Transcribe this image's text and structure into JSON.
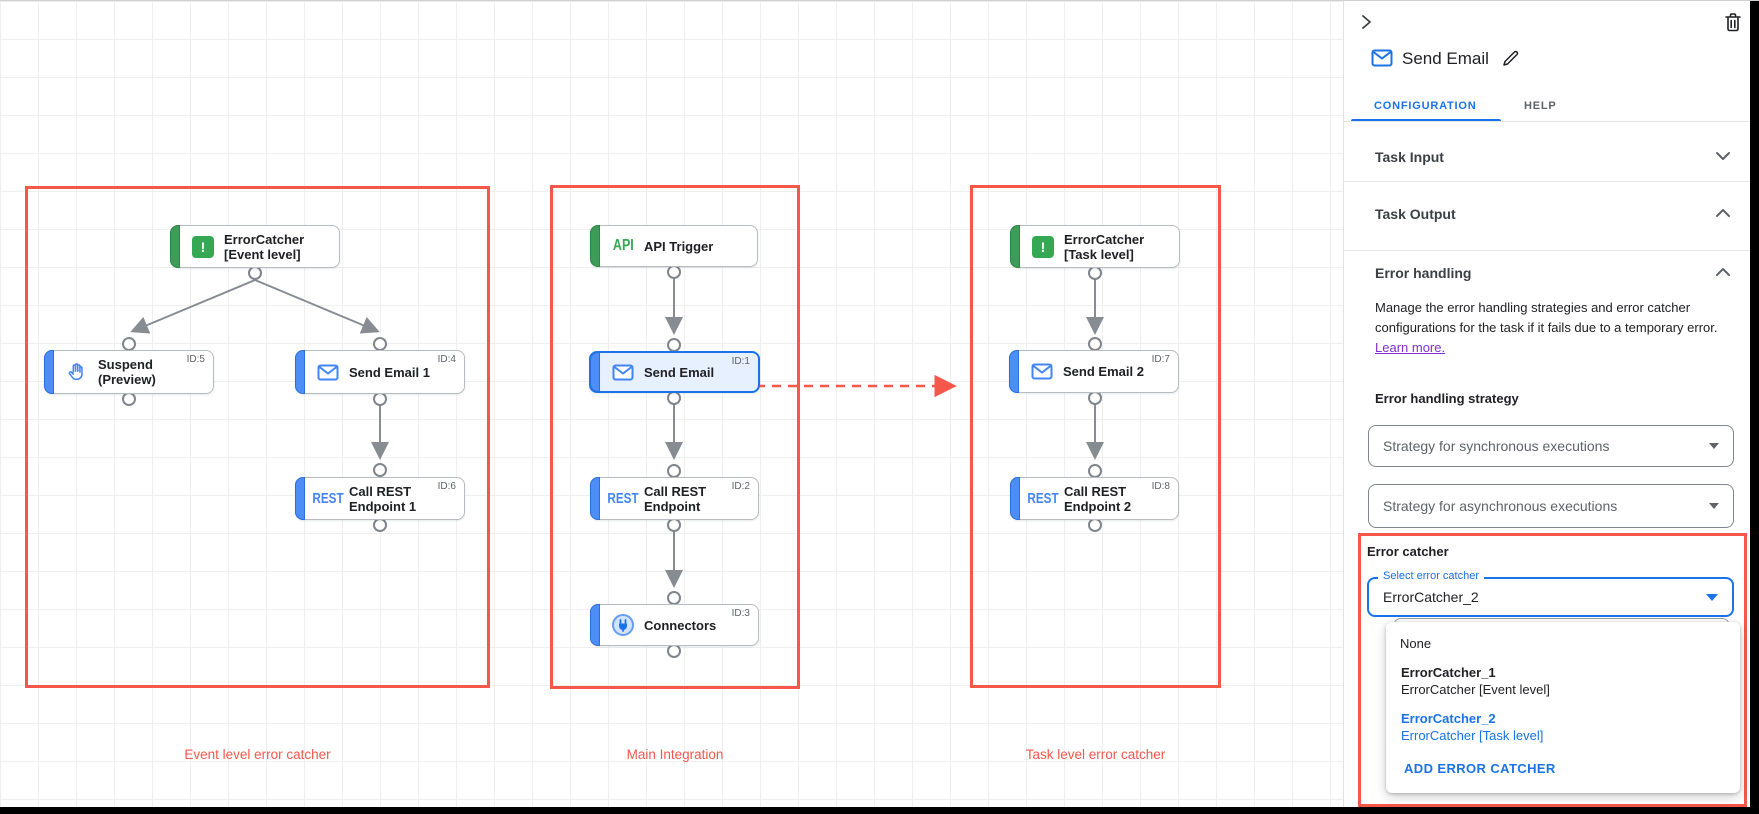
{
  "canvas": {
    "groups": [
      {
        "label": "Event level error catcher"
      },
      {
        "label": "Main Integration"
      },
      {
        "label": "Task level error catcher"
      }
    ],
    "icon_text": {
      "api": "API",
      "rest": "REST"
    },
    "nodes": {
      "error_catcher_event": {
        "title": "ErrorCatcher\n[Event level]"
      },
      "suspend": {
        "title": "Suspend\n(Preview)",
        "id": "ID:5"
      },
      "send_email_1": {
        "title": "Send Email 1",
        "id": "ID:4"
      },
      "call_rest_1": {
        "title": "Call REST\nEndpoint 1",
        "id": "ID:6"
      },
      "api_trigger": {
        "title": "API Trigger"
      },
      "send_email": {
        "title": "Send Email",
        "id": "ID:1"
      },
      "call_rest": {
        "title": "Call REST\nEndpoint",
        "id": "ID:2"
      },
      "connectors": {
        "title": "Connectors",
        "id": "ID:3"
      },
      "error_catcher_task": {
        "title": "ErrorCatcher\n[Task level]"
      },
      "send_email_2": {
        "title": "Send Email 2",
        "id": "ID:7"
      },
      "call_rest_2": {
        "title": "Call REST\nEndpoint 2",
        "id": "ID:8"
      }
    }
  },
  "panel": {
    "title": "Send Email",
    "tabs": {
      "configuration": "CONFIGURATION",
      "help": "HELP"
    },
    "sections": {
      "task_input": "Task Input",
      "task_output": "Task Output",
      "error_handling": "Error handling"
    },
    "error_handling": {
      "description_line1": "Manage the error handling strategies and error catcher",
      "description_line2": "configurations for the task if it fails due to a temporary error.",
      "learn_more": "Learn more.",
      "strategy_label": "Error handling strategy",
      "sync_dropdown": "Strategy for synchronous executions",
      "async_dropdown": "Strategy for asynchronous executions"
    },
    "error_catcher": {
      "label": "Error catcher",
      "select_label": "Select error catcher",
      "selected_value": "ErrorCatcher_2",
      "options": [
        {
          "name": "None",
          "sub": ""
        },
        {
          "name": "ErrorCatcher_1",
          "sub": "ErrorCatcher [Event level]"
        },
        {
          "name": "ErrorCatcher_2",
          "sub": "ErrorCatcher [Task level]"
        }
      ],
      "add_button": "ADD ERROR CATCHER"
    }
  },
  "colors": {
    "accent_blue": "#1a73e8",
    "node_green": "#34a853",
    "error_red": "#f5574b",
    "dot_red": "#c5221f"
  }
}
